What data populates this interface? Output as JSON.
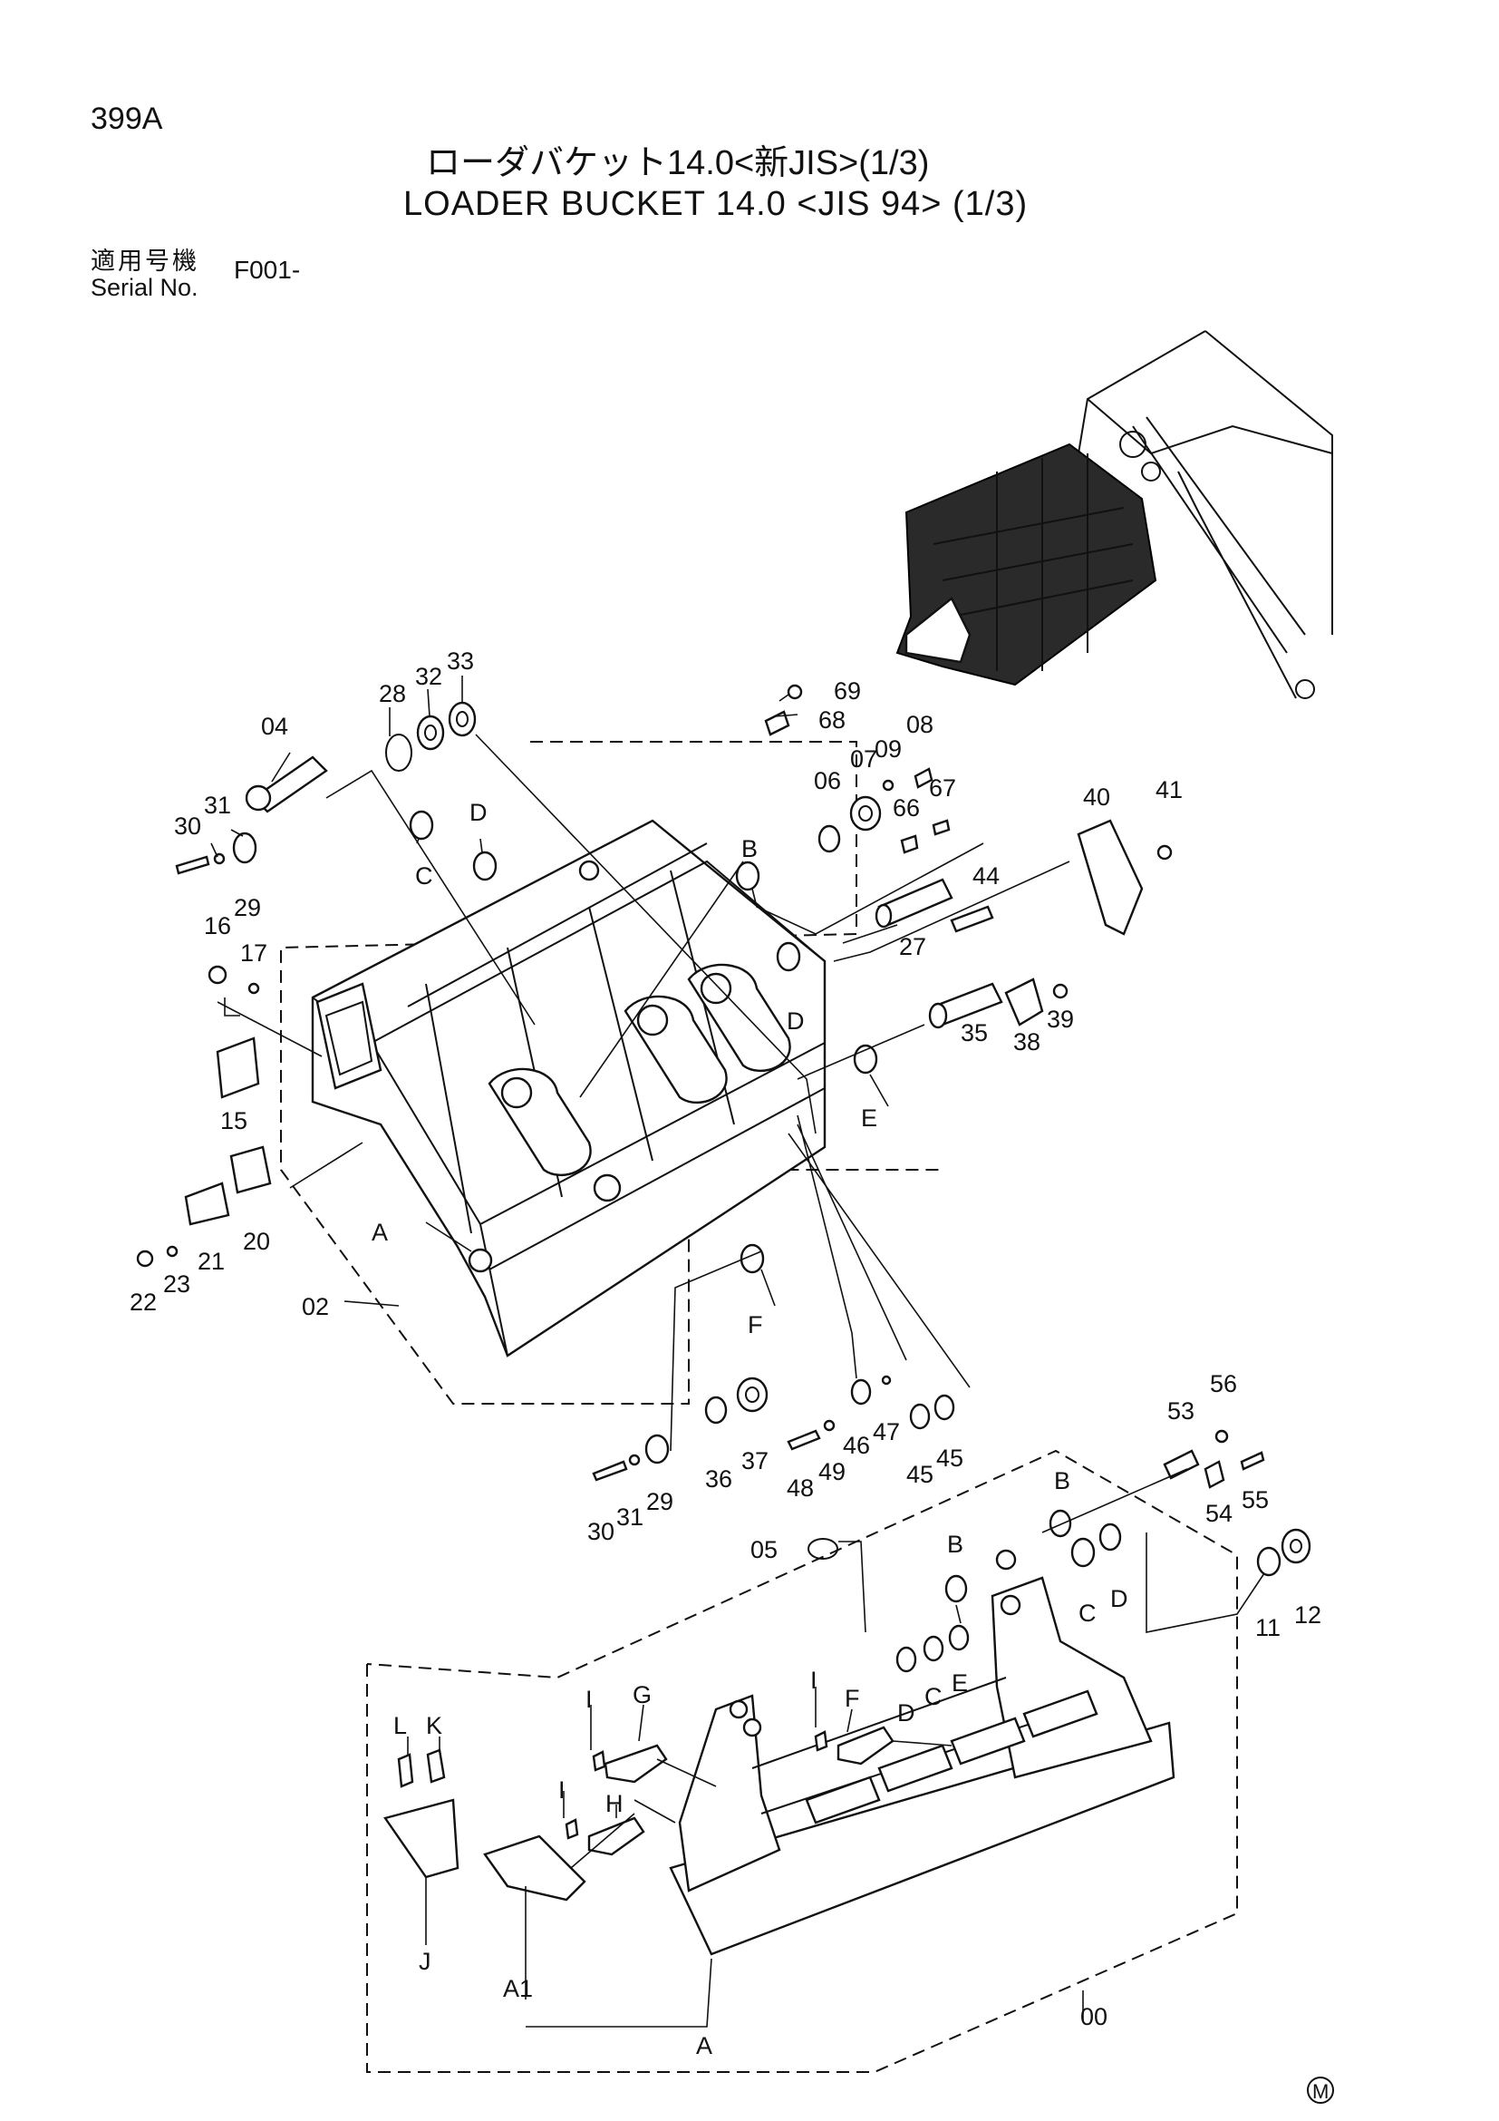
{
  "header": {
    "page_code": "399A",
    "title_jp": "ローダバケット14.0<新JIS>(1/3)",
    "title_en": "LOADER BUCKET 14.0 <JIS 94> (1/3)",
    "serial_label_jp": "適用号機",
    "serial_label_en": "Serial No.",
    "serial_value": "F001-"
  },
  "callouts": {
    "p00": "00",
    "p02": "02",
    "p04": "04",
    "p05": "05",
    "p06": "06",
    "p07": "07",
    "p08": "08",
    "p09": "09",
    "p11": "11",
    "p12": "12",
    "p15": "15",
    "p16": "16",
    "p17": "17",
    "p20": "20",
    "p21": "21",
    "p22": "22",
    "p23": "23",
    "p27": "27",
    "p28": "28",
    "p29": "29",
    "p29b": "29",
    "p30": "30",
    "p30b": "30",
    "p31": "31",
    "p31b": "31",
    "p32": "32",
    "p33": "33",
    "p35": "35",
    "p36": "36",
    "p37": "37",
    "p38": "38",
    "p39": "39",
    "p40": "40",
    "p41": "41",
    "p44": "44",
    "p45": "45",
    "p45b": "45",
    "p46": "46",
    "p47": "47",
    "p48": "48",
    "p49": "49",
    "p53": "53",
    "p54": "54",
    "p55": "55",
    "p56": "56",
    "p66": "66",
    "p67": "67",
    "p68": "68",
    "p69": "69"
  },
  "letter_refs": {
    "A_main": "A",
    "A_bottom": "A",
    "A1": "A1",
    "B1": "B",
    "B2": "B",
    "B3": "B",
    "C1": "C",
    "C2": "C",
    "C3": "C",
    "D1": "D",
    "D2": "D",
    "D3": "D",
    "D4": "D",
    "E1": "E",
    "E2": "E",
    "F1": "F",
    "F2": "F",
    "G": "G",
    "H": "H",
    "I1": "I",
    "I2": "I",
    "I3": "I",
    "J": "J",
    "K": "K",
    "L": "L"
  },
  "footer": {
    "mark": "M"
  }
}
